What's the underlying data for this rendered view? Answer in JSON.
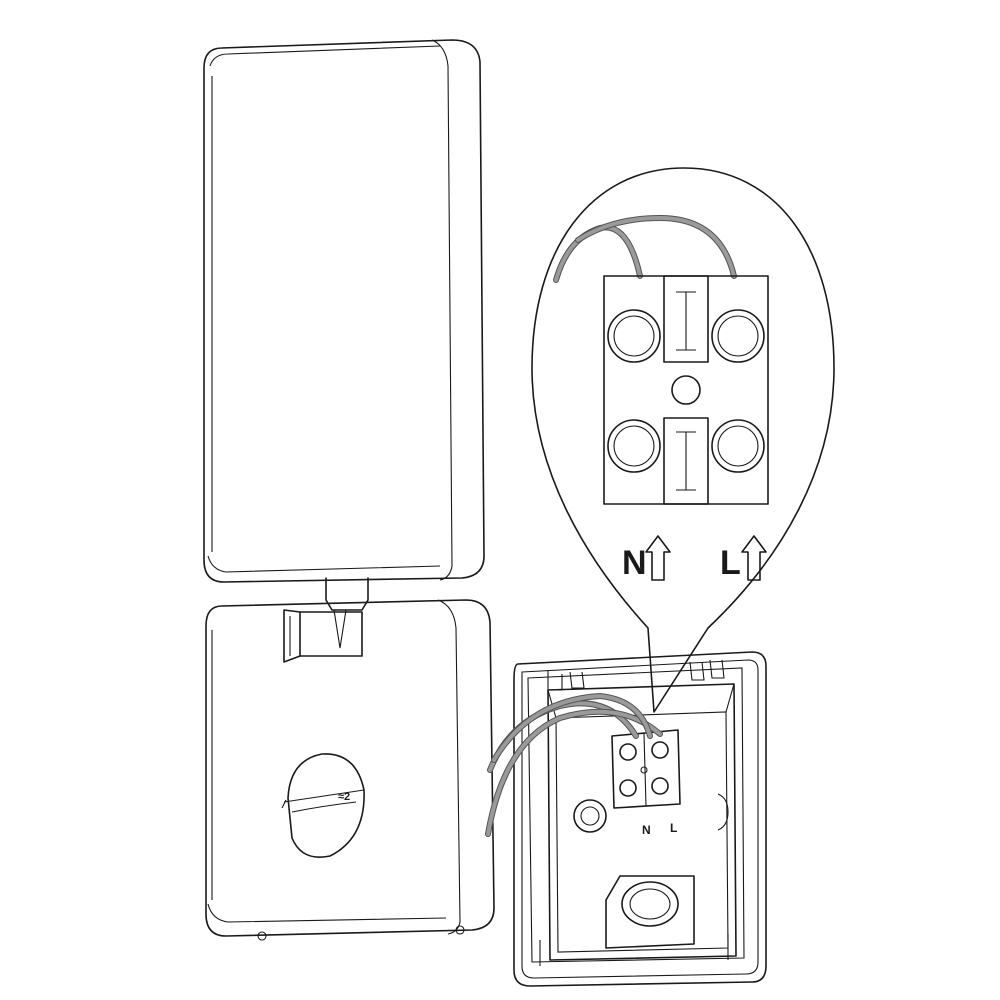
{
  "terminal_labels": {
    "neutral": "N",
    "live": "L"
  },
  "base_labels": {
    "neutral": "N",
    "live": "L"
  },
  "sensor_mark": "≈2",
  "colors": {
    "line": "#1a1a1a",
    "wire": "#9a9a9a",
    "background": "#ffffff"
  }
}
